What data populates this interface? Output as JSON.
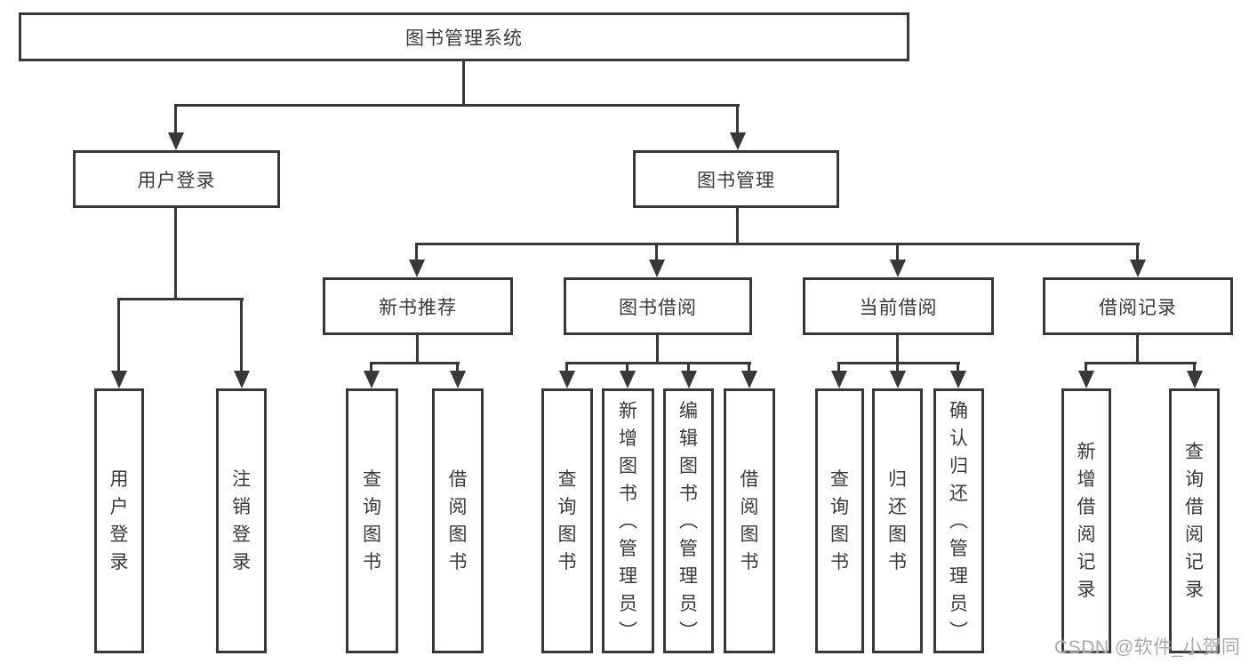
{
  "tree": {
    "label": "图书管理系统",
    "children": [
      {
        "label": "用户登录",
        "children": [
          {
            "label": "用户登录"
          },
          {
            "label": "注销登录"
          }
        ]
      },
      {
        "label": "图书管理",
        "children": [
          {
            "label": "新书推荐",
            "children": [
              {
                "label": "查询图书"
              },
              {
                "label": "借阅图书"
              }
            ]
          },
          {
            "label": "图书借阅",
            "children": [
              {
                "label": "查询图书"
              },
              {
                "label": "新增图书（管理员）"
              },
              {
                "label": "编辑图书（管理员）"
              },
              {
                "label": "借阅图书"
              }
            ]
          },
          {
            "label": "当前借阅",
            "children": [
              {
                "label": "查询图书"
              },
              {
                "label": "归还图书"
              },
              {
                "label": "确认归还（管理员）"
              }
            ]
          },
          {
            "label": "借阅记录",
            "children": [
              {
                "label": "新增借阅记录"
              },
              {
                "label": "查询借阅记录"
              }
            ]
          }
        ]
      }
    ]
  },
  "watermark": {
    "text": "CSDN @软件_小贺同学",
    "color": "#aaaaaa"
  },
  "style": {
    "line_color": "#383838",
    "text_color": "#3a3a3a",
    "background": "#ffffff"
  }
}
